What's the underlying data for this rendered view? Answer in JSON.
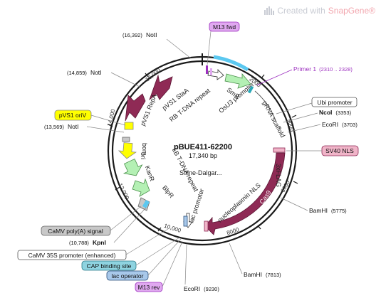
{
  "watermark": {
    "prefix": "Created with",
    "brand": "SnapGene",
    "suffix": "®",
    "icon": "snapgene-bars-icon"
  },
  "plasmid": {
    "name": "pBUE411-62200",
    "size": "17,340 bp",
    "ticks": [
      "2000",
      "4000",
      "6000",
      "8000",
      "10,000",
      "12,000",
      "14,000",
      "16,000"
    ]
  },
  "inner_features": [
    "M13 fwd",
    "SmR",
    "OsU3 promoter",
    "gRNA scaffold",
    "3xFLAG",
    "Cas9",
    "nucleoplasmin NLS",
    "lac promoter",
    "Shine-Dalgar...",
    "BlpR",
    "LB T-DNA repeat",
    "KanR",
    "ori",
    "bom",
    "pVS1 RepA",
    "pVS1 StaA",
    "RB T-DNA repeat"
  ],
  "outer_labels": [
    {
      "id": "m13-fwd",
      "name": "M13 fwd",
      "style": "purple-box"
    },
    {
      "id": "primer1",
      "name": "Primer 1",
      "coords": "(2310 .. 2328)",
      "style": "primer"
    },
    {
      "id": "ubi",
      "name": "Ubi promoter",
      "style": "white-box"
    },
    {
      "id": "ncoi",
      "name": "NcoI",
      "coords": "(3353)",
      "style": "bold"
    },
    {
      "id": "ecori1",
      "name": "EcoRI",
      "coords": "(3703)",
      "style": "plain"
    },
    {
      "id": "sv40",
      "name": "SV40 NLS",
      "style": "pink-box"
    },
    {
      "id": "bamhi1",
      "name": "BamHI",
      "coords": "(5775)",
      "style": "plain"
    },
    {
      "id": "bamhi2",
      "name": "BamHI",
      "coords": "(7813)",
      "style": "plain"
    },
    {
      "id": "ecori2",
      "name": "EcoRI",
      "coords": "(9230)",
      "style": "plain"
    },
    {
      "id": "m13-rev",
      "name": "M13 rev",
      "style": "purple-box"
    },
    {
      "id": "lacop",
      "name": "lac operator",
      "style": "blue-box"
    },
    {
      "id": "cap",
      "name": "CAP binding site",
      "style": "teal-box"
    },
    {
      "id": "camv35s",
      "name": "CaMV 35S promoter (enhanced)",
      "style": "white-box"
    },
    {
      "id": "kpni",
      "name": "KpnI",
      "coords": "(10,788)",
      "style": "bold"
    },
    {
      "id": "camvpa",
      "name": "CaMV poly(A) signal",
      "style": "gray-box"
    },
    {
      "id": "noti1",
      "name": "NotI",
      "coords": "(13,569)",
      "style": "plain"
    },
    {
      "id": "pvs1ori",
      "name": "pVS1 oriV",
      "style": "yellow-box"
    },
    {
      "id": "noti2",
      "name": "NotI",
      "coords": "(14,859)",
      "style": "plain"
    },
    {
      "id": "noti3",
      "name": "NotI",
      "coords": "(16,392)",
      "style": "plain"
    }
  ],
  "colors": {
    "backbone": "#1a1a1a",
    "cas9": "#8f2a55",
    "pvs1": "#8f2a55",
    "smr": "#b4f0b4",
    "kanr": "#b4f0b4",
    "ori": "#ffff00",
    "m13": "#e0a8f0",
    "ubi": "#ffffff",
    "sv40": "#f0b4c8",
    "primer": "#9c2fbf",
    "cap": "#8ed3e0",
    "lacop": "#a8c8ea",
    "gray": "#c8c8c8",
    "blue_stripe": "#5bc8f0"
  }
}
